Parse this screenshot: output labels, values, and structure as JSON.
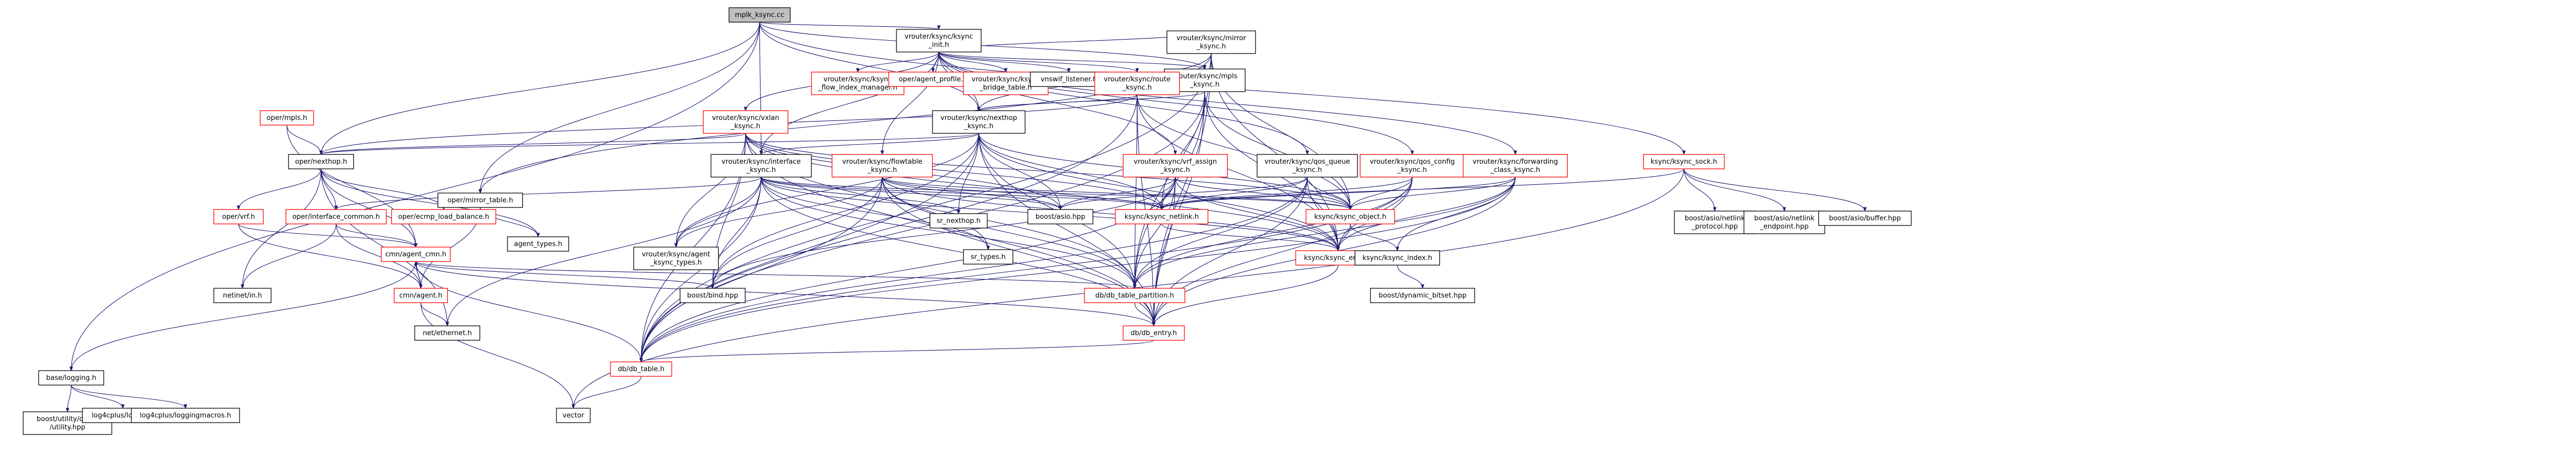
{
  "nodes": [
    {
      "id": "root",
      "lines": [
        "mplk_ksync.cc"
      ],
      "style": "root"
    },
    {
      "id": "n1",
      "lines": [
        "vrouter/ksync/ksync",
        "_init.h"
      ],
      "style": "black"
    },
    {
      "id": "n2",
      "lines": [
        "vrouter/ksync/mpls",
        "_ksync.h"
      ],
      "style": "black"
    },
    {
      "id": "n3",
      "lines": [
        "ksync/ksync_sock.h"
      ],
      "style": "red"
    },
    {
      "id": "n4",
      "lines": [
        "base/logging.h"
      ],
      "style": "black"
    },
    {
      "id": "n5",
      "lines": [
        "oper/nexthop.h"
      ],
      "style": "black"
    },
    {
      "id": "n6",
      "lines": [
        "oper/mirror_table.h"
      ],
      "style": "black"
    },
    {
      "id": "n7",
      "lines": [
        "vrouter/ksync/interface",
        "_ksync.h"
      ],
      "style": "black"
    },
    {
      "id": "n8",
      "lines": [
        "vrouter/ksync/nexthop",
        "_ksync.h"
      ],
      "style": "black"
    },
    {
      "id": "n9",
      "lines": [
        "vrouter/ksync/ksync",
        "_flow_index_manager.h"
      ],
      "style": "red"
    },
    {
      "id": "n10",
      "lines": [
        "oper/agent_profile.h"
      ],
      "style": "red"
    },
    {
      "id": "n11",
      "lines": [
        "vrouter/ksync/ksync",
        "_bridge_table.h"
      ],
      "style": "red"
    },
    {
      "id": "n12",
      "lines": [
        "vnswif_listener.h"
      ],
      "style": "black"
    },
    {
      "id": "n13",
      "lines": [
        "vrouter/ksync/route",
        "_ksync.h"
      ],
      "style": "red"
    },
    {
      "id": "n14",
      "lines": [
        "vrouter/ksync/mirror",
        "_ksync.h"
      ],
      "style": "black"
    },
    {
      "id": "n15",
      "lines": [
        "vrouter/ksync/vxlan",
        "_ksync.h"
      ],
      "style": "red"
    },
    {
      "id": "n16",
      "lines": [
        "vrouter/ksync/flowtable",
        "_ksync.h"
      ],
      "style": "red"
    },
    {
      "id": "n17",
      "lines": [
        "vrouter/ksync/vrf_assign",
        "_ksync.h"
      ],
      "style": "red"
    },
    {
      "id": "n18",
      "lines": [
        "vrouter/ksync/qos_queue",
        "_ksync.h"
      ],
      "style": "black"
    },
    {
      "id": "n19",
      "lines": [
        "vrouter/ksync/qos_config",
        "_ksync.h"
      ],
      "style": "red"
    },
    {
      "id": "n20",
      "lines": [
        "vrouter/ksync/forwarding",
        "_class_ksync.h"
      ],
      "style": "red"
    },
    {
      "id": "n21",
      "lines": [
        "oper/mpls.h"
      ],
      "style": "red"
    },
    {
      "id": "n22",
      "lines": [
        "oper/vrf.h"
      ],
      "style": "red"
    },
    {
      "id": "n23",
      "lines": [
        "oper/interface_common.h"
      ],
      "style": "red"
    },
    {
      "id": "n24",
      "lines": [
        "oper/ecmp_load_balance.h"
      ],
      "style": "red"
    },
    {
      "id": "n25",
      "lines": [
        "agent_types.h"
      ],
      "style": "black"
    },
    {
      "id": "n26",
      "lines": [
        "cmn/agent_cmn.h"
      ],
      "style": "red"
    },
    {
      "id": "n27",
      "lines": [
        "cmn/agent.h"
      ],
      "style": "red"
    },
    {
      "id": "n28",
      "lines": [
        "net/ethernet.h"
      ],
      "style": "black"
    },
    {
      "id": "n29",
      "lines": [
        "netinet/in.h"
      ],
      "style": "black"
    },
    {
      "id": "n30",
      "lines": [
        "boost/bind.hpp"
      ],
      "style": "black"
    },
    {
      "id": "n31",
      "lines": [
        "vrouter/ksync/agent",
        "_ksync_types.h"
      ],
      "style": "black"
    },
    {
      "id": "n32",
      "lines": [
        "sr_nexthop.h"
      ],
      "style": "black"
    },
    {
      "id": "n33",
      "lines": [
        "boost/asio.hpp"
      ],
      "style": "black"
    },
    {
      "id": "n34",
      "lines": [
        "ksync/ksync_netlink.h"
      ],
      "style": "red"
    },
    {
      "id": "n35",
      "lines": [
        "sr_types.h"
      ],
      "style": "black"
    },
    {
      "id": "n36",
      "lines": [
        "ksync/ksync_object.h"
      ],
      "style": "red"
    },
    {
      "id": "n37",
      "lines": [
        "ksync/ksync_entry.h"
      ],
      "style": "red"
    },
    {
      "id": "n38",
      "lines": [
        "ksync/ksync_index.h"
      ],
      "style": "black"
    },
    {
      "id": "n39",
      "lines": [
        "boost/dynamic_bitset.hpp"
      ],
      "style": "black"
    },
    {
      "id": "n40",
      "lines": [
        "db/db_table_partition.h"
      ],
      "style": "red"
    },
    {
      "id": "n41",
      "lines": [
        "db/db_entry.h"
      ],
      "style": "red"
    },
    {
      "id": "n42",
      "lines": [
        "db/db_table.h"
      ],
      "style": "red"
    },
    {
      "id": "n43",
      "lines": [
        "vector"
      ],
      "style": "black"
    },
    {
      "id": "n44",
      "lines": [
        "boost/utility/detail",
        "/utility.hpp"
      ],
      "style": "black"
    },
    {
      "id": "n45",
      "lines": [
        "log4cplus/logger.h"
      ],
      "style": "black"
    },
    {
      "id": "n46",
      "lines": [
        "log4cplus/loggingmacros.h"
      ],
      "style": "black"
    },
    {
      "id": "n47",
      "lines": [
        "boost/asio/netlink",
        "_protocol.hpp"
      ],
      "style": "black"
    },
    {
      "id": "n48",
      "lines": [
        "boost/asio/netlink",
        "_endpoint.hpp"
      ],
      "style": "black"
    },
    {
      "id": "n49",
      "lines": [
        "boost/asio/buffer.hpp"
      ],
      "style": "black"
    }
  ],
  "edges": [
    [
      "root",
      "n1"
    ],
    [
      "root",
      "n2"
    ],
    [
      "root",
      "n3"
    ],
    [
      "root",
      "n4"
    ],
    [
      "root",
      "n5"
    ],
    [
      "root",
      "n6"
    ],
    [
      "root",
      "n7"
    ],
    [
      "root",
      "n8"
    ],
    [
      "n1",
      "n9"
    ],
    [
      "n1",
      "n10"
    ],
    [
      "n1",
      "n11"
    ],
    [
      "n1",
      "n12"
    ],
    [
      "n1",
      "n13"
    ],
    [
      "n1",
      "n14"
    ],
    [
      "n1",
      "n15"
    ],
    [
      "n1",
      "n16"
    ],
    [
      "n1",
      "n17"
    ],
    [
      "n1",
      "n18"
    ],
    [
      "n1",
      "n19"
    ],
    [
      "n1",
      "n20"
    ],
    [
      "n1",
      "n2"
    ],
    [
      "n1",
      "n8"
    ],
    [
      "n1",
      "n7"
    ],
    [
      "n2",
      "n8"
    ],
    [
      "n2",
      "n36"
    ],
    [
      "n2",
      "n37"
    ],
    [
      "n2",
      "n40"
    ],
    [
      "n2",
      "n41"
    ],
    [
      "n2",
      "n42"
    ],
    [
      "n2",
      "n34"
    ],
    [
      "n3",
      "n34"
    ],
    [
      "n3",
      "n47"
    ],
    [
      "n3",
      "n48"
    ],
    [
      "n3",
      "n49"
    ],
    [
      "n3",
      "n43"
    ],
    [
      "n4",
      "n44"
    ],
    [
      "n4",
      "n45"
    ],
    [
      "n4",
      "n46"
    ],
    [
      "n5",
      "n22"
    ],
    [
      "n5",
      "n23"
    ],
    [
      "n5",
      "n24"
    ],
    [
      "n5",
      "n25"
    ],
    [
      "n5",
      "n26"
    ],
    [
      "n5",
      "n29"
    ],
    [
      "n5",
      "n28"
    ],
    [
      "n6",
      "n25"
    ],
    [
      "n6",
      "n27"
    ],
    [
      "n7",
      "n31"
    ],
    [
      "n7",
      "n32"
    ],
    [
      "n7",
      "n33"
    ],
    [
      "n7",
      "n34"
    ],
    [
      "n7",
      "n35"
    ],
    [
      "n7",
      "n30"
    ],
    [
      "n7",
      "n36"
    ],
    [
      "n7",
      "n37"
    ],
    [
      "n7",
      "n40"
    ],
    [
      "n7",
      "n41"
    ],
    [
      "n7",
      "n42"
    ],
    [
      "n7",
      "n23"
    ],
    [
      "n7",
      "n28"
    ],
    [
      "n8",
      "n32"
    ],
    [
      "n8",
      "n33"
    ],
    [
      "n8",
      "n5"
    ],
    [
      "n8",
      "n7"
    ],
    [
      "n8",
      "n31"
    ],
    [
      "n8",
      "n34"
    ],
    [
      "n8",
      "n36"
    ],
    [
      "n8",
      "n37"
    ],
    [
      "n8",
      "n40"
    ],
    [
      "n8",
      "n41"
    ],
    [
      "n8",
      "n42"
    ],
    [
      "n8",
      "n30"
    ],
    [
      "n13",
      "n8"
    ],
    [
      "n13",
      "n5"
    ],
    [
      "n13",
      "n36"
    ],
    [
      "n13",
      "n37"
    ],
    [
      "n13",
      "n40"
    ],
    [
      "n13",
      "n41"
    ],
    [
      "n13",
      "n42"
    ],
    [
      "n14",
      "n8"
    ],
    [
      "n14",
      "n6"
    ],
    [
      "n14",
      "n36"
    ],
    [
      "n14",
      "n37"
    ],
    [
      "n14",
      "n40"
    ],
    [
      "n14",
      "n41"
    ],
    [
      "n14",
      "n42"
    ],
    [
      "n15",
      "n5"
    ],
    [
      "n15",
      "n33"
    ],
    [
      "n15",
      "n34"
    ],
    [
      "n15",
      "n36"
    ],
    [
      "n15",
      "n37"
    ],
    [
      "n15",
      "n31"
    ],
    [
      "n15",
      "n40"
    ],
    [
      "n15",
      "n41"
    ],
    [
      "n15",
      "n42"
    ],
    [
      "n15",
      "n30"
    ],
    [
      "n16",
      "n31"
    ],
    [
      "n16",
      "n33"
    ],
    [
      "n16",
      "n34"
    ],
    [
      "n16",
      "n35"
    ],
    [
      "n16",
      "n36"
    ],
    [
      "n16",
      "n37"
    ],
    [
      "n16",
      "n40"
    ],
    [
      "n16",
      "n41"
    ],
    [
      "n16",
      "n42"
    ],
    [
      "n16",
      "n30"
    ],
    [
      "n17",
      "n33"
    ],
    [
      "n17",
      "n34"
    ],
    [
      "n17",
      "n36"
    ],
    [
      "n17",
      "n37"
    ],
    [
      "n17",
      "n40"
    ],
    [
      "n17",
      "n41"
    ],
    [
      "n17",
      "n42"
    ],
    [
      "n17",
      "n30"
    ],
    [
      "n18",
      "n33"
    ],
    [
      "n18",
      "n34"
    ],
    [
      "n18",
      "n36"
    ],
    [
      "n18",
      "n37"
    ],
    [
      "n18",
      "n40"
    ],
    [
      "n18",
      "n41"
    ],
    [
      "n18",
      "n42"
    ],
    [
      "n19",
      "n34"
    ],
    [
      "n19",
      "n36"
    ],
    [
      "n19",
      "n37"
    ],
    [
      "n19",
      "n40"
    ],
    [
      "n19",
      "n41"
    ],
    [
      "n19",
      "n42"
    ],
    [
      "n20",
      "n34"
    ],
    [
      "n20",
      "n36"
    ],
    [
      "n20",
      "n37"
    ],
    [
      "n20",
      "n40"
    ],
    [
      "n20",
      "n41"
    ],
    [
      "n20",
      "n42"
    ],
    [
      "n20",
      "n38"
    ],
    [
      "n21",
      "n5"
    ],
    [
      "n21",
      "n26"
    ],
    [
      "n22",
      "n26"
    ],
    [
      "n22",
      "n27"
    ],
    [
      "n23",
      "n26"
    ],
    [
      "n23",
      "n27"
    ],
    [
      "n23",
      "n29"
    ],
    [
      "n26",
      "n27"
    ],
    [
      "n26",
      "n4"
    ],
    [
      "n26",
      "n30"
    ],
    [
      "n26",
      "n40"
    ],
    [
      "n26",
      "n41"
    ],
    [
      "n26",
      "n42"
    ],
    [
      "n27",
      "n26"
    ],
    [
      "n27",
      "n28"
    ],
    [
      "n27",
      "n43"
    ],
    [
      "n34",
      "n37"
    ],
    [
      "n36",
      "n37"
    ],
    [
      "n36",
      "n38"
    ],
    [
      "n38",
      "n39"
    ],
    [
      "n37",
      "n41"
    ],
    [
      "n40",
      "n41"
    ],
    [
      "n41",
      "n42"
    ],
    [
      "n42",
      "n43"
    ]
  ]
}
